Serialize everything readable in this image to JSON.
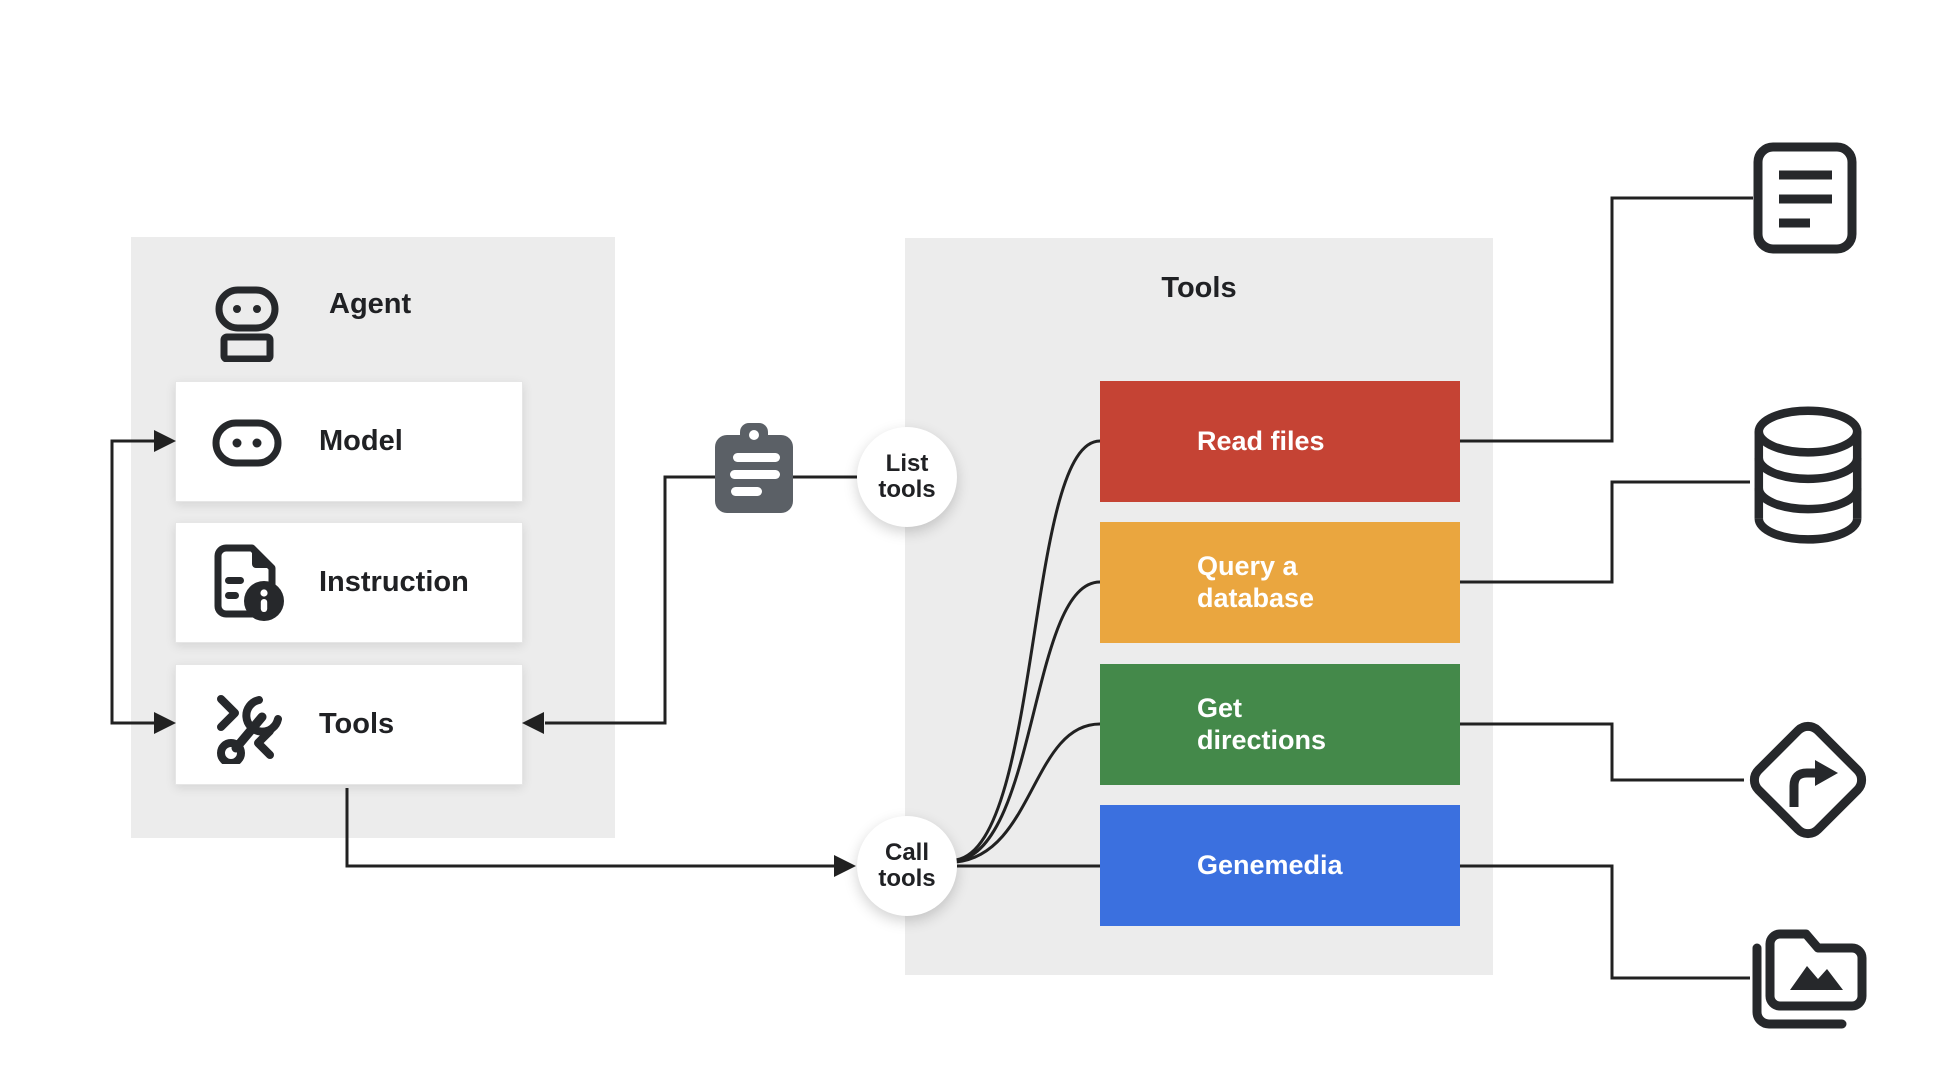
{
  "agent_panel": {
    "title": "Agent",
    "items": [
      {
        "label": "Model",
        "icon": "robot-face-icon"
      },
      {
        "label": "Instruction",
        "icon": "instruction-document-icon"
      },
      {
        "label": "Tools",
        "icon": "wrench-icon"
      }
    ]
  },
  "flow": {
    "list_tools_label": "List\ntools",
    "call_tools_label": "Call\ntools",
    "clipboard_icon": "clipboard-icon"
  },
  "tools_panel": {
    "title": "Tools",
    "tools": [
      {
        "label": "Read files",
        "color": "#c54334",
        "endpoint_icon": "note-document-icon"
      },
      {
        "label": "Query a\ndatabase",
        "color": "#eaa63f",
        "endpoint_icon": "database-icon"
      },
      {
        "label": "Get\ndirections",
        "color": "#44894a",
        "endpoint_icon": "turn-right-directions-icon"
      },
      {
        "label": "Genemedia",
        "color": "#3b70df",
        "endpoint_icon": "image-folder-icon"
      }
    ]
  },
  "colors": {
    "panel_background": "#ececec",
    "connector_line": "#212121",
    "icon_dark": "#26282b",
    "clipboard_gray": "#5b6066",
    "text_dark": "#202124",
    "text_light": "#ffffff"
  }
}
